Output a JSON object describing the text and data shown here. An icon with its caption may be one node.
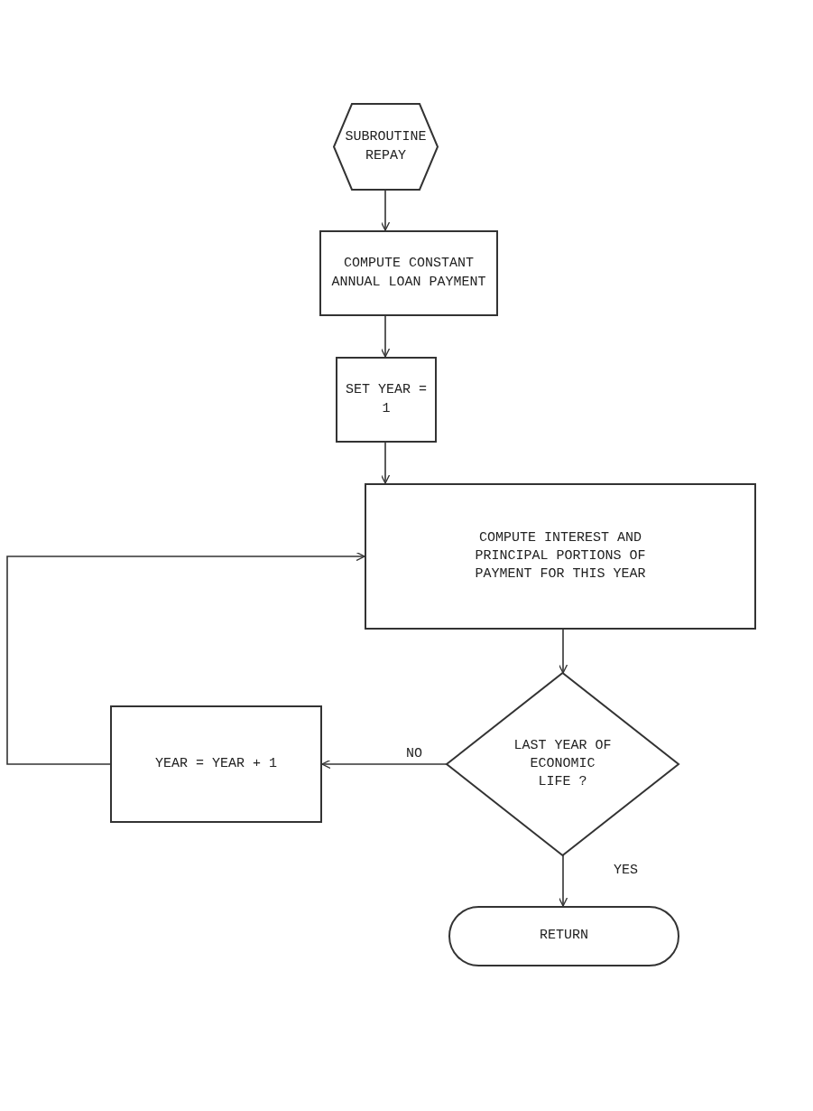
{
  "diagram": {
    "nodes": [
      {
        "text": [
          "SUBROUTINE REPAY"
        ]
      },
      {
        "text": [
          "COMPUTE CONSTANT ANNUAL LOAN PAYMENT"
        ]
      },
      {
        "text": [
          "SET YEAR = 1"
        ]
      },
      {
        "text": [
          "COMPUTE INTEREST AND PRINCIPAL PORTIONS OF PAYMENT FOR THIS YEAR"
        ]
      },
      {
        "text": [
          "LAST YEAR OF ECONOMIC LIFE ?"
        ]
      },
      {
        "text": [
          "YEAR = YEAR + 1"
        ]
      },
      {
        "text": [
          "RETURN"
        ]
      }
    ],
    "edges": [
      {
        "from": 0,
        "to": 1,
        "arrow": "to"
      },
      {
        "from": 1,
        "to": 2,
        "arrow": "to"
      },
      {
        "from": 2,
        "to": 3,
        "arrow": "to"
      },
      {
        "from": 3,
        "to": 4,
        "arrow": "to"
      },
      {
        "from": 4,
        "to": 5,
        "arrow": "to",
        "label": "NO"
      },
      {
        "from": 5,
        "to": 3,
        "arrow": "to"
      },
      {
        "from": 4,
        "to": 6,
        "arrow": "to",
        "label": "YES"
      }
    ]
  }
}
